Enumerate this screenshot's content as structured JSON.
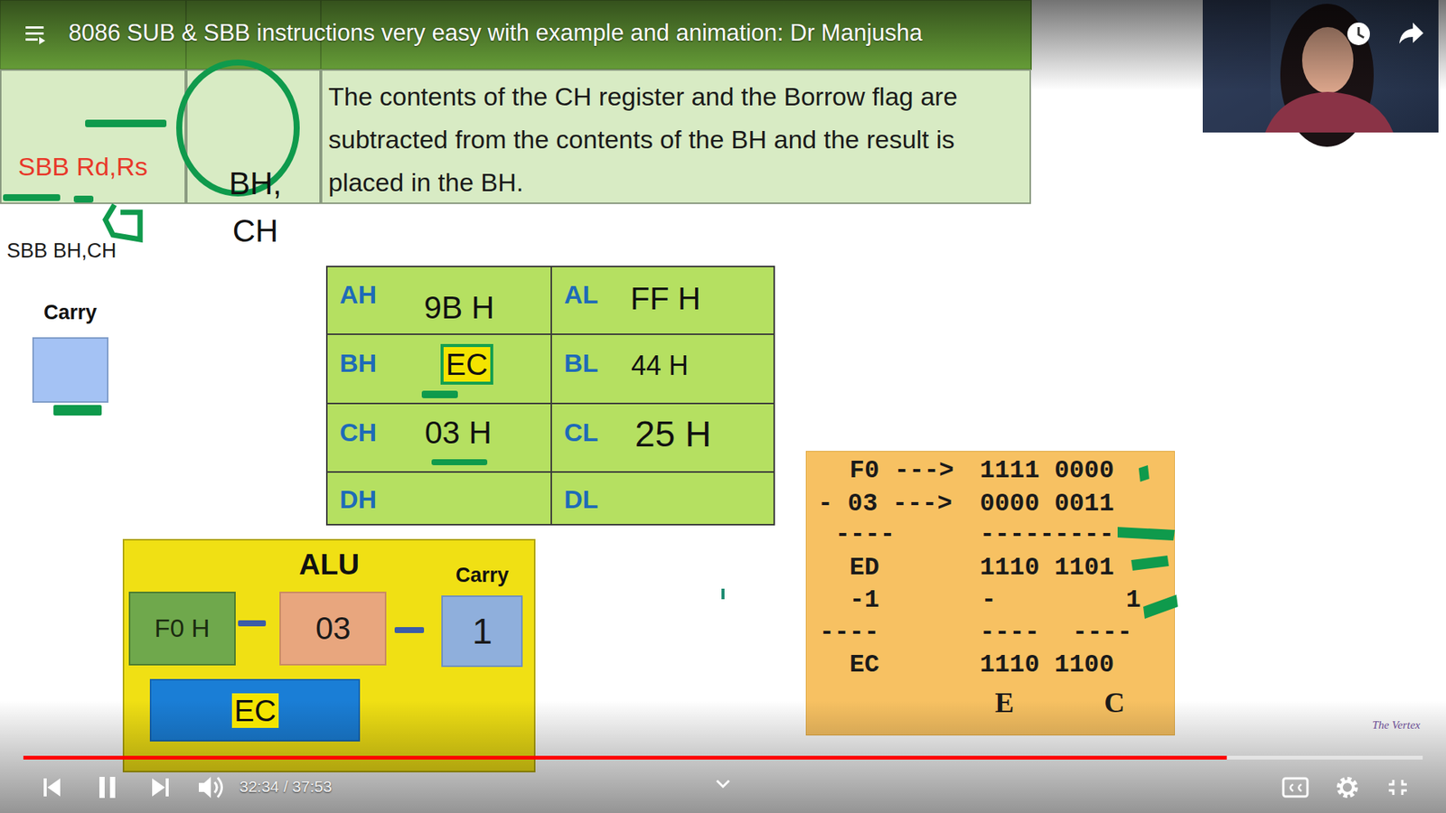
{
  "diagram": {
    "title": "8086 SUB & SBB instructions very easy with example and animation: Dr Manjusha",
    "nodes": [
      {
        "text": [
          "SBB Rd,Rs",
          "SBB BH,CH"
        ]
      },
      {
        "text": [
          "BH, CH"
        ]
      },
      {
        "text": [
          "The contents of the CH register and the Borrow flag are subtracted from the contents of the BH and the result is placed in the BH."
        ]
      },
      {
        "text": [
          "Carry"
        ]
      },
      {
        "text": [
          "AH",
          "9B H"
        ]
      },
      {
        "text": [
          "AL",
          "FF H"
        ]
      },
      {
        "text": [
          "BH",
          "EC"
        ]
      },
      {
        "text": [
          "BL",
          "44 H"
        ]
      },
      {
        "text": [
          "CH",
          "03 H"
        ]
      },
      {
        "text": [
          "CL",
          "25 H"
        ]
      },
      {
        "text": [
          "DH"
        ]
      },
      {
        "text": [
          "DL"
        ]
      },
      {
        "text": [
          "ALU"
        ]
      },
      {
        "text": [
          "F0 H"
        ],
        "in": 12
      },
      {
        "text": [
          "03"
        ],
        "in": 12
      },
      {
        "text": [
          "Carry",
          "1"
        ],
        "in": 12
      },
      {
        "text": [
          "EC"
        ],
        "in": 12
      },
      {
        "text": [
          "F0 --->",
          "1111 0000",
          "- 03 --->",
          "0000 0011",
          "----",
          "---------",
          "ED",
          "1110 1101",
          "-1",
          "-",
          "1",
          "----",
          "----",
          "----",
          "EC",
          "1110 1100",
          "E",
          "C"
        ]
      }
    ],
    "labels": [
      "32:34 / 37:53",
      "The Vertex"
    ]
  }
}
